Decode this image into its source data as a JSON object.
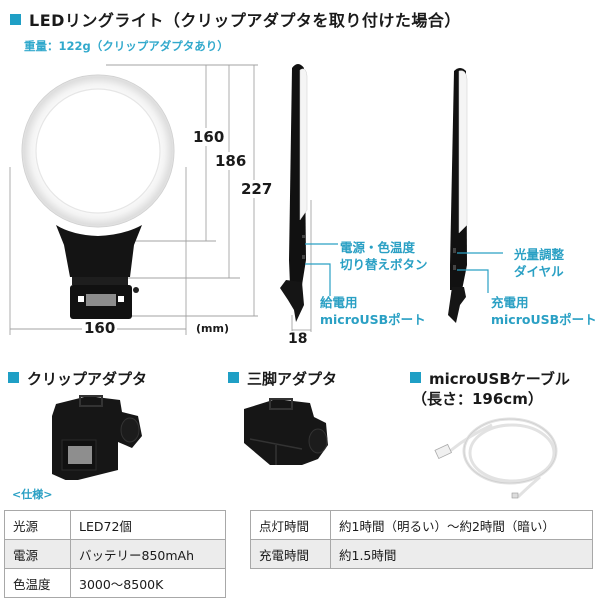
{
  "header": {
    "title": "LEDリングライト（クリップアダプタを取り付けた場合）",
    "weight": "重量：122g（クリップアダプタあり）"
  },
  "dimensions": {
    "height_ring": "160",
    "height_mid": "186",
    "height_total": "227",
    "width": "160",
    "depth": "18",
    "unit": "(mm)"
  },
  "callouts": {
    "side_left": [
      {
        "line1": "電源・色温度",
        "line2": "切り替えボタン"
      },
      {
        "line1": "給電用",
        "line2": "microUSBポート"
      }
    ],
    "side_right": [
      {
        "line1": "光量調整",
        "line2": "ダイヤル"
      },
      {
        "line1": "充電用",
        "line2": "microUSBポート"
      }
    ]
  },
  "accessories": [
    {
      "title": "クリップアダプタ",
      "subtitle": ""
    },
    {
      "title": "三脚アダプタ",
      "subtitle": ""
    },
    {
      "title": "microUSBケーブル",
      "subtitle": "（長さ：196cm）"
    }
  ],
  "specs": {
    "label": "<仕様>",
    "table_left": [
      {
        "key": "光源",
        "value": "LED72個"
      },
      {
        "key": "電源",
        "value": "バッテリー850mAh"
      },
      {
        "key": "色温度",
        "value": "3000〜8500K"
      }
    ],
    "table_right": [
      {
        "key": "点灯時間",
        "value": "約1時間（明るい）〜約2時間（暗い）"
      },
      {
        "key": "充電時間",
        "value": "約1.5時間"
      }
    ]
  },
  "colors": {
    "accent": "#1f9fc5",
    "callout_text": "#2aa0c4",
    "table_border": "#a8a8a8",
    "table_shade": "#ececec"
  }
}
